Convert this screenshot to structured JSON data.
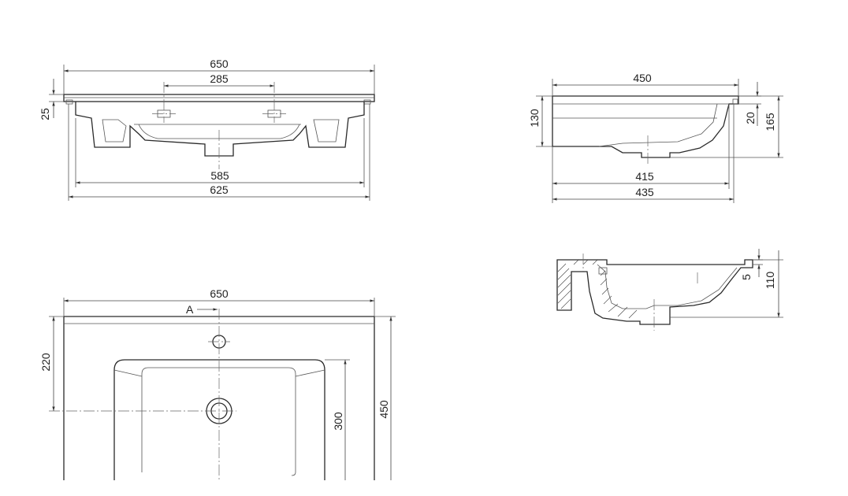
{
  "front_view": {
    "overall_width": "650",
    "tap_spacing": "285",
    "rim_height": "25",
    "bowl_width": "585",
    "base_width": "625"
  },
  "side_view": {
    "depth": "450",
    "height_left": "130",
    "rim": "20",
    "total_height": "165",
    "bowl_depth": "415",
    "base_depth": "435"
  },
  "section_view": {
    "rim": "5",
    "height": "110"
  },
  "top_view": {
    "overall_width": "650",
    "section_marker": "A",
    "tap_offset": "220",
    "bowl_length": "300",
    "depth": "450"
  }
}
